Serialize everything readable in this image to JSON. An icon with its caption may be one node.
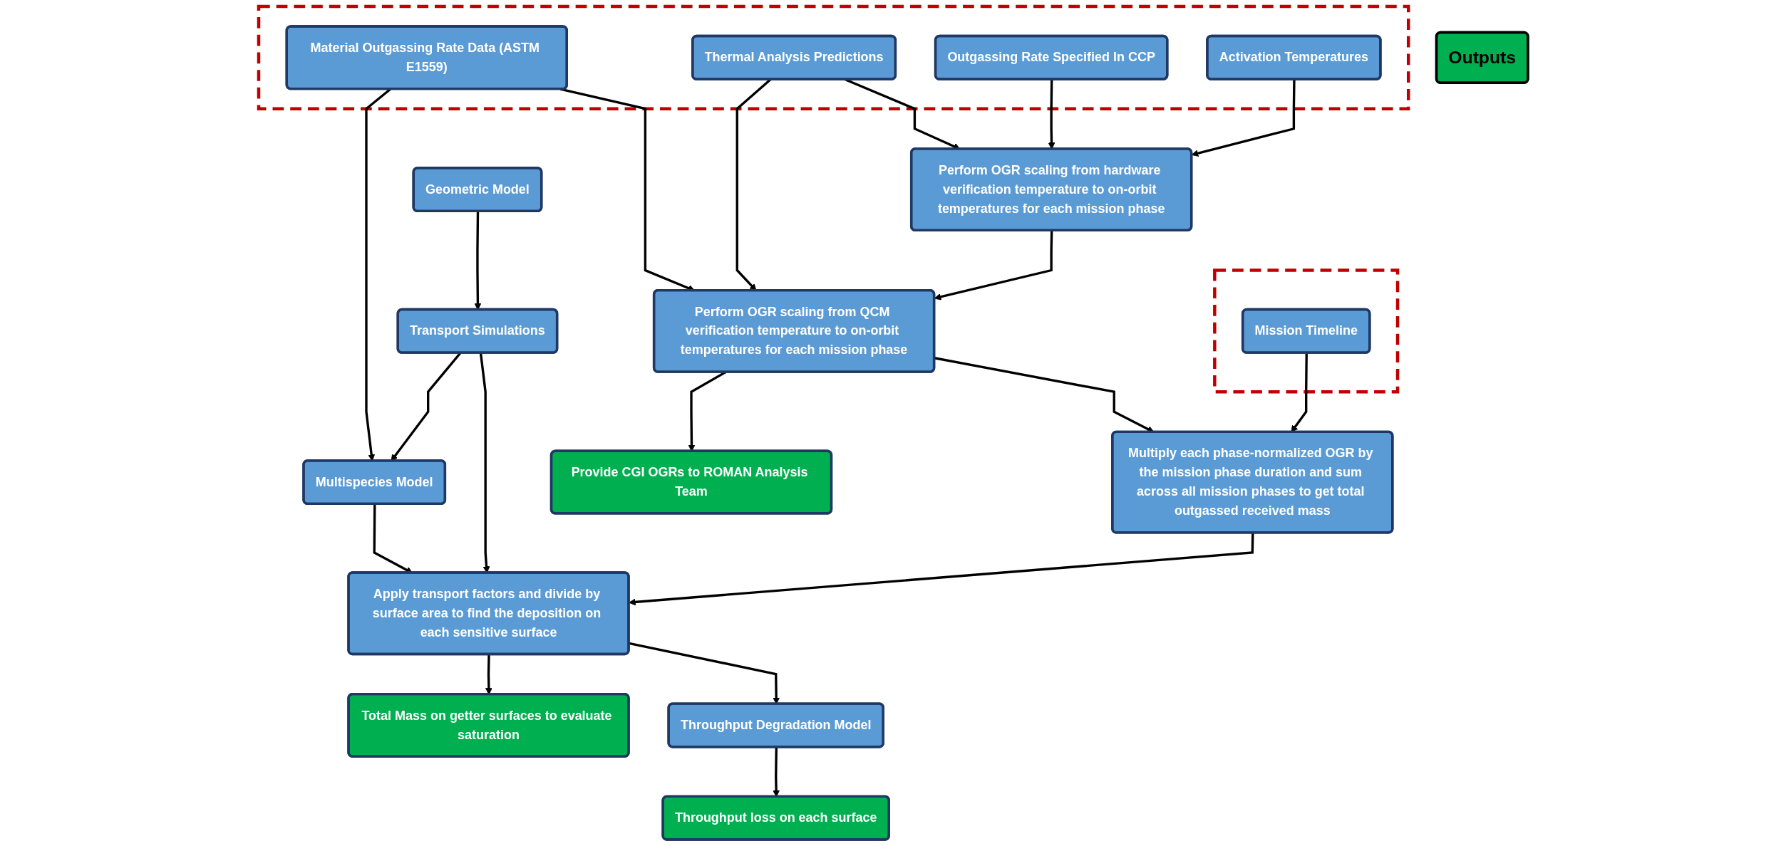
{
  "diagram": {
    "nodes": [
      {
        "text": [],
        "shape": "box"
      },
      {
        "text": [
          "Material Outgassing Rate Data (ASTM E1559)"
        ],
        "in": 0
      },
      {
        "text": [
          "Thermal Analysis Predictions"
        ],
        "in": 0
      },
      {
        "text": [
          "Outgassing Rate Specified In CCP"
        ],
        "in": 0
      },
      {
        "text": [
          "Activation Temperatures"
        ],
        "in": 0
      },
      {
        "text": [
          "Perform OGR scaling from hardware verification temperature to on-orbit temperatures for each mission phase"
        ]
      },
      {
        "text": [
          "Outputs"
        ]
      },
      {
        "text": [
          "Perform OGR scaling from QCM verification temperature to on-orbit temperatures for each mission phase"
        ]
      },
      {
        "text": [
          "Provide CGI OGRs to ROMAN Analysis Team"
        ]
      },
      {
        "text": [],
        "shape": "box"
      },
      {
        "text": [
          "Mission Timeline"
        ],
        "in": 9
      },
      {
        "text": [
          "Total Mass on getter surfaces to evaluate saturation"
        ]
      },
      {
        "text": [
          "Multiply each phase-normalized OGR by the mission phase duration and sum across all mission phases to get total outgassed received mass"
        ]
      },
      {
        "text": [
          "Geometric Model"
        ]
      },
      {
        "text": [
          "Throughput loss on each surface"
        ]
      },
      {
        "text": [
          "Multispecies Model"
        ]
      },
      {
        "text": [
          "Transport Simulations"
        ]
      },
      {
        "text": [
          "Apply transport factors and divide by surface area to find the deposition on each sensitive surface"
        ]
      },
      {
        "text": [
          "Throughput Degradation Model"
        ]
      }
    ],
    "edges": [
      {
        "from": 1,
        "to": 15,
        "arrow": "to"
      },
      {
        "from": 1,
        "to": 7,
        "arrow": "to"
      },
      {
        "from": 2,
        "to": 5,
        "arrow": "to"
      },
      {
        "from": 2,
        "to": 7,
        "arrow": "to"
      },
      {
        "from": 3,
        "to": 5,
        "arrow": "to"
      },
      {
        "from": 4,
        "to": 5,
        "arrow": "to"
      },
      {
        "from": 5,
        "to": 7,
        "arrow": "to"
      },
      {
        "from": 7,
        "to": 8,
        "arrow": "to"
      },
      {
        "from": 7,
        "to": 12,
        "arrow": "to"
      },
      {
        "from": 10,
        "to": 12,
        "arrow": "to"
      },
      {
        "from": 13,
        "to": 16,
        "arrow": "to"
      },
      {
        "from": 16,
        "to": 15,
        "arrow": "to"
      },
      {
        "from": 15,
        "to": 17,
        "arrow": "to"
      },
      {
        "from": 16,
        "to": 17,
        "arrow": "to"
      },
      {
        "from": 12,
        "to": 17,
        "arrow": "to"
      },
      {
        "from": 17,
        "to": 11,
        "arrow": "to"
      },
      {
        "from": 17,
        "to": 18,
        "arrow": "to"
      },
      {
        "from": 18,
        "to": 14,
        "arrow": "to"
      }
    ]
  }
}
